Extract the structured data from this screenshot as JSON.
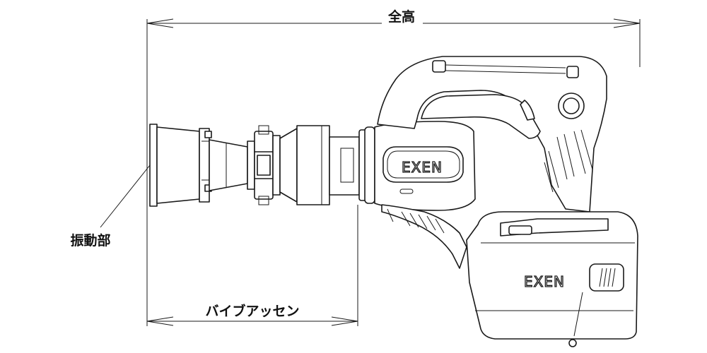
{
  "labels": {
    "overall_height": "全高",
    "vibration_part": "振動部",
    "pipe_assembly": "バイブアッセン"
  },
  "brand": {
    "logo_text": "EXEN"
  },
  "colors": {
    "line": "#1a1a1a",
    "background": "#ffffff"
  }
}
